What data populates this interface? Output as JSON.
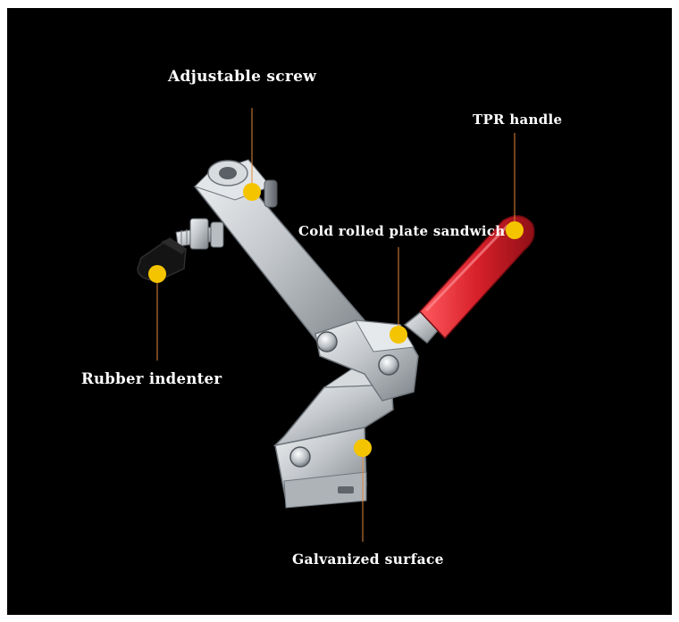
{
  "labels": {
    "adjustable_screw": "Adjustable screw",
    "tpr_handle": "TPR handle",
    "cold_rolled": "Cold rolled plate sandwich",
    "rubber_indenter": "Rubber indenter",
    "galvanized_surface": "Galvanized surface"
  },
  "colors": {
    "background": "#000000",
    "marker": "#f5c400",
    "leader_line": "#e08a3c",
    "handle_red": "#d8202a",
    "steel": "#c9ccd0"
  },
  "icons": {
    "marker": "yellow-dot-marker"
  }
}
